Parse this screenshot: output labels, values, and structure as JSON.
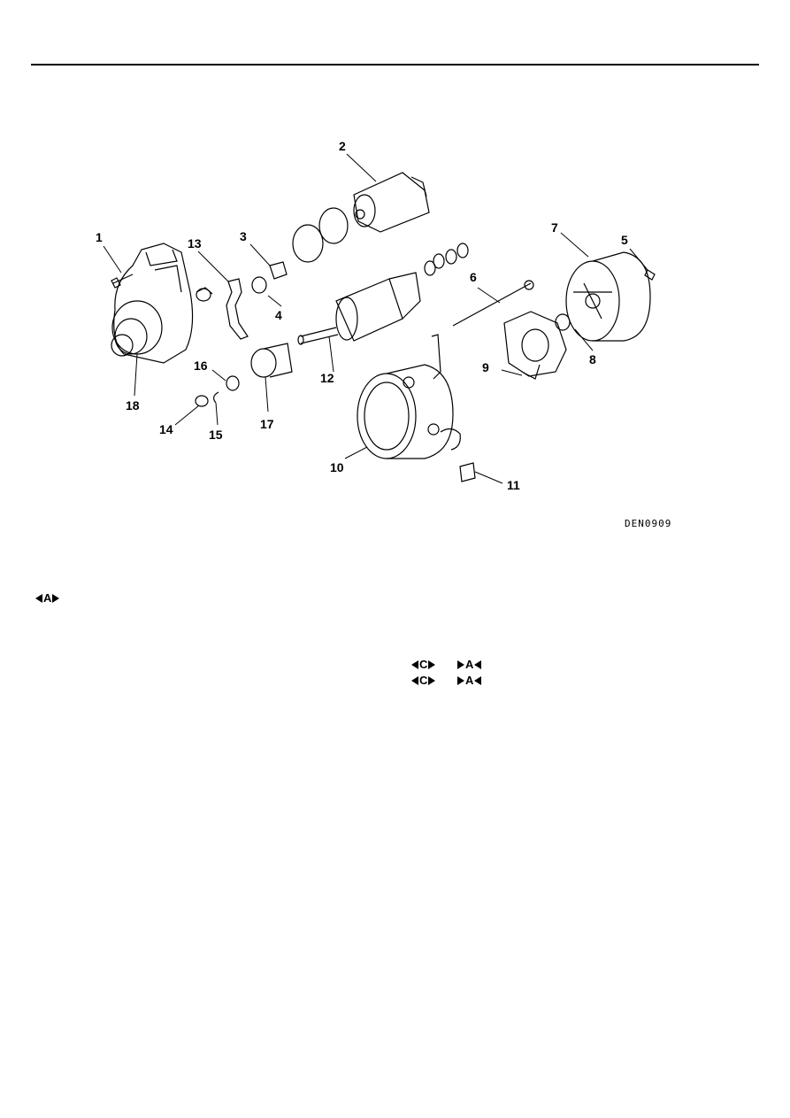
{
  "figure": {
    "figure_id": "DEN0909",
    "callouts": [
      "1",
      "2",
      "3",
      "4",
      "5",
      "6",
      "7",
      "8",
      "9",
      "10",
      "11",
      "12",
      "13",
      "14",
      "15",
      "16",
      "17",
      "18"
    ]
  },
  "markers": [
    {
      "letter": "A",
      "style": "outward"
    },
    {
      "letter": "C",
      "style": "outward"
    },
    {
      "letter": "A",
      "style": "inward"
    },
    {
      "letter": "C",
      "style": "outward"
    },
    {
      "letter": "A",
      "style": "inward"
    }
  ]
}
